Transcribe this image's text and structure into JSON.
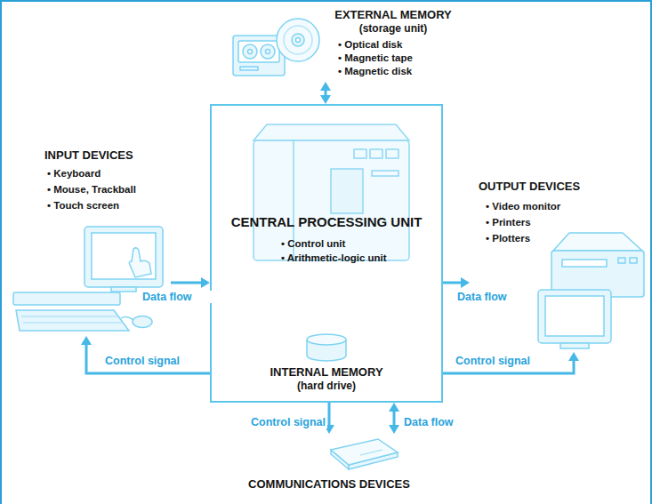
{
  "diagram": {
    "nodes": [
      {
        "text": [
          "EXTERNAL MEMORY",
          "(storage unit)",
          "• Optical disk",
          "• Magnetic tape",
          "• Magnetic disk"
        ]
      },
      {
        "text": [
          "INPUT DEVICES",
          "• Keyboard",
          "• Mouse, Trackball",
          "• Touch screen"
        ]
      },
      {
        "text": [
          "CENTRAL PROCESSING UNIT",
          "• Control unit",
          "• Arithmetic-logic unit"
        ]
      },
      {
        "text": [
          "INTERNAL MEMORY",
          "(hard drive)"
        ],
        "in": 2
      },
      {
        "text": [
          "OUTPUT DEVICES",
          "• Video monitor",
          "• Printers",
          "• Plotters"
        ]
      },
      {
        "text": [
          "COMMUNICATIONS DEVICES"
        ]
      }
    ],
    "edges": [
      {
        "from": 1,
        "to": 2,
        "arrow": "to",
        "label": "Data flow"
      },
      {
        "from": 2,
        "to": 1,
        "arrow": "to",
        "label": "Control signal"
      },
      {
        "from": 2,
        "to": 0,
        "arrow": "both"
      },
      {
        "from": 2,
        "to": 4,
        "arrow": "to",
        "label": "Data flow"
      },
      {
        "from": 2,
        "to": 4,
        "arrow": "to",
        "label": "Control signal"
      },
      {
        "from": 2,
        "to": 5,
        "arrow": "to",
        "label": "Control signal"
      },
      {
        "from": 2,
        "to": 5,
        "arrow": "both",
        "label": "Data flow"
      }
    ]
  }
}
